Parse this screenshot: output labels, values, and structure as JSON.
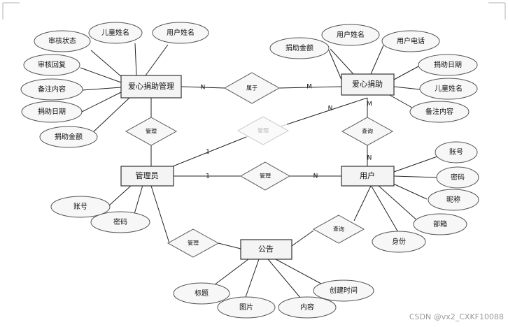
{
  "entities": {
    "donation_mgmt": "爱心捐助管理",
    "love_donation": "爱心捐助",
    "admin": "管理员",
    "user": "用户",
    "notice": "公告"
  },
  "attributes": {
    "donation_mgmt": [
      "审核状态",
      "儿童姓名",
      "用户姓名",
      "审核回复",
      "备注内容",
      "捐助日期",
      "捐助金额"
    ],
    "love_donation": [
      "用户姓名",
      "用户电话",
      "捐助金额",
      "捐助日期",
      "儿童姓名",
      "备注内容"
    ],
    "admin": [
      "账号",
      "密码"
    ],
    "user": [
      "账号",
      "密码",
      "昵称",
      "部箱",
      "身份"
    ],
    "notice": [
      "标题",
      "图片",
      "内容",
      "创建时间"
    ]
  },
  "relations": {
    "belongs": "属于",
    "manage_donation_mgmt": "管理",
    "manage_love_donation": "管理",
    "manage_user": "管理",
    "query_user_donation": "查询",
    "manage_notice": "管理",
    "query_notice": "查询"
  },
  "cardinalities": {
    "belongs_left": "N",
    "belongs_right": "M",
    "admin_donation": "1",
    "donation_admin": "N",
    "admin_user_left": "1",
    "admin_user_right": "N",
    "donation_query": "M",
    "user_query": "N"
  },
  "watermark": "CSDN @vx2_CXKF10088"
}
